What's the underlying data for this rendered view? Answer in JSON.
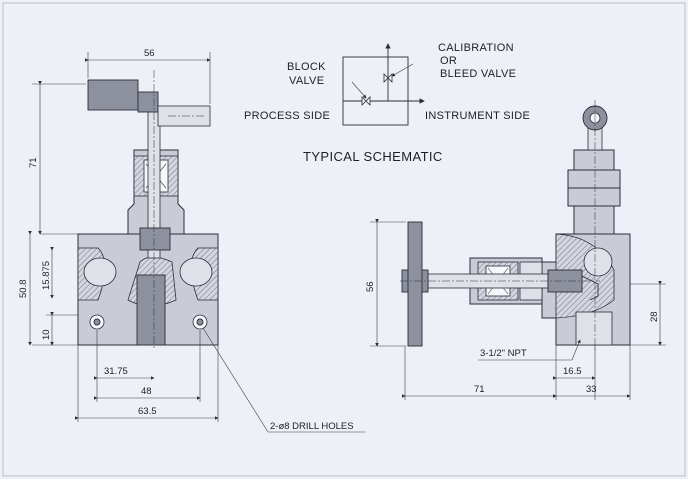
{
  "schematic": {
    "block_valve_line1": "BLOCK",
    "block_valve_line2": "VALVE",
    "calibration_line1": "CALIBRATION",
    "calibration_line2": "OR",
    "calibration_line3": "BLEED VALVE",
    "process_side": "PROCESS SIDE",
    "instrument_side": "INSTRUMENT SIDE",
    "title": "TYPICAL SCHEMATIC"
  },
  "front_view": {
    "dim_top": "56",
    "dim_height": "71",
    "dim_port": "15.875",
    "dim_body": "50.8",
    "dim_hole": "10",
    "dim_3175": "31.75",
    "dim_48": "48",
    "dim_635": "63.5",
    "drill_note": "2-ø8 DRILL HOLES"
  },
  "side_view": {
    "dim_handle": "56",
    "dim_28": "28",
    "npt_note": "3-1/2\" NPT",
    "dim_165": "16.5",
    "dim_71": "71",
    "dim_33": "33"
  },
  "colors": {
    "background": "#eef0f7",
    "body_fill": "#c9ccd6",
    "line": "#2a2d38"
  }
}
